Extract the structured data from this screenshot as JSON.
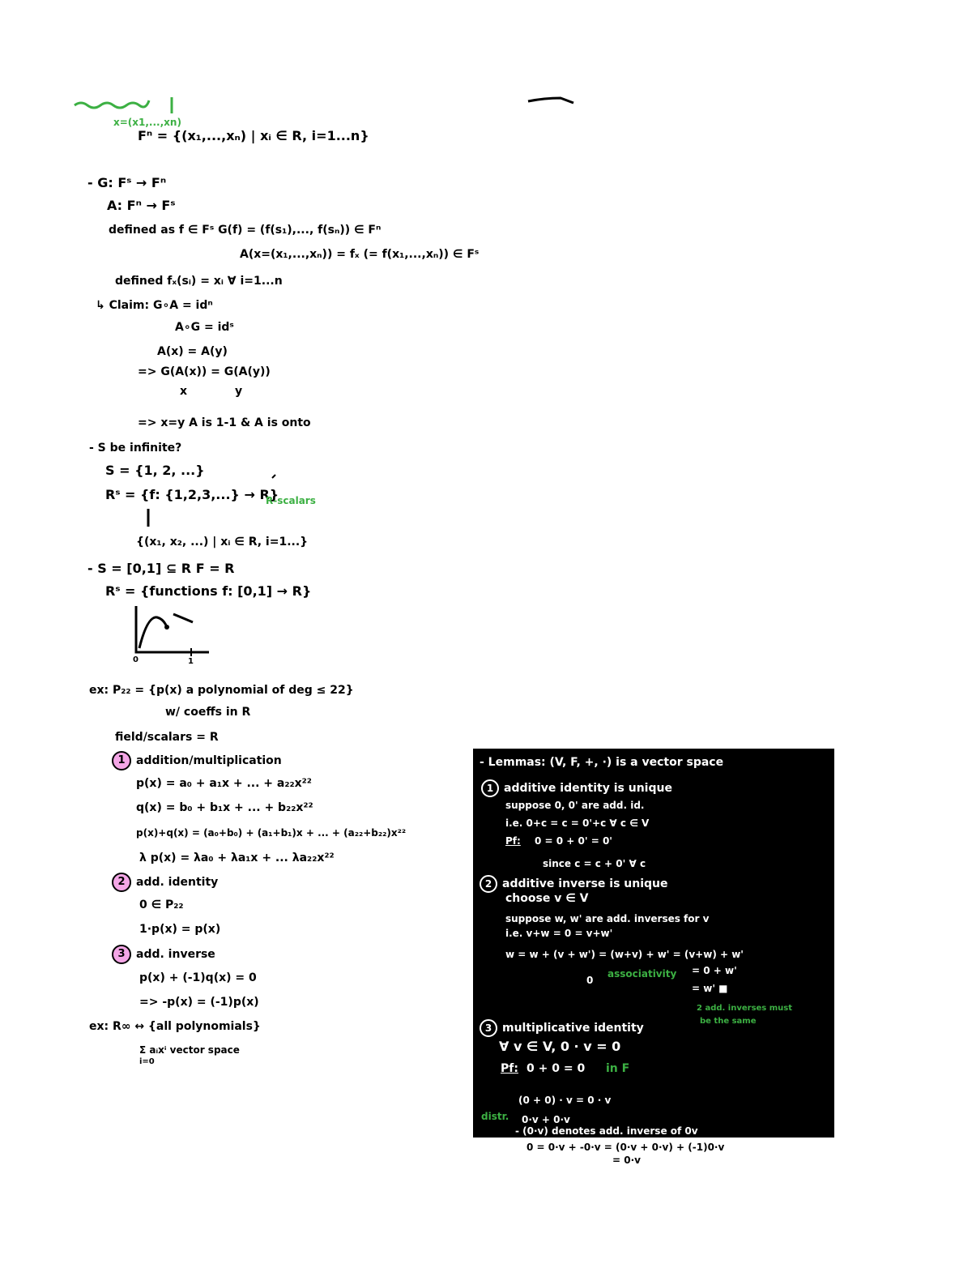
{
  "left": {
    "x_def": "x=(x1,...,xn)",
    "fn_def": "Fⁿ = {(x₁,...,xₙ) | xᵢ ∈ R, i=1...n}",
    "g_map": "- G: Fˢ → Fⁿ",
    "a_map": "A: Fⁿ → Fˢ",
    "defined_g": "defined as  f ∈ Fˢ   G(f) = (f(s₁),..., f(sₙ)) ∈ Fⁿ",
    "defined_a": "A(x=(x₁,...,xₙ)) = fₓ     (= f(x₁,...,xₙ)) ∈ Fˢ",
    "defined_f": "defined  fₓ(sᵢ) = xᵢ  ∀ i=1...n",
    "claim": "↳ Claim:  G∘A = idⁿ",
    "claim2": "A∘G = idˢ",
    "ax_ay": "A(x) = A(y)",
    "implies_g": "=> G(A(x)) = G(A(y))",
    "x_under": "x",
    "y_under": "y",
    "conclusion": "=> x=y   A is 1-1 & A is onto",
    "s_infinite": "- S be infinite?",
    "s_set": "S = {1, 2, ...}",
    "rs_set": "Rˢ = {f: {1,2,3,...} → R}",
    "r_scalars": "R-scalars",
    "sequence_set": "{(x₁, x₂, ...) | xᵢ ∈ R, i=1...}",
    "s_interval": "- S = [0,1] ⊆ R     F = R",
    "rs_functions": "Rˢ = {functions f: [0,1] → R}",
    "graph_zero": "0",
    "graph_one": "1",
    "ex_p22": "ex:  P₂₂ = {p(x) a polynomial of deg ≤ 22}",
    "w_coeffs": "w/ coeffs in R",
    "field_scalars": "field/scalars = R",
    "item1_num": "1",
    "item1_title": "addition/multiplication",
    "px": "p(x) = a₀ + a₁x + ... + a₂₂x²²",
    "qx": "q(x) = b₀ + b₁x + ... + b₂₂x²²",
    "sum": "p(x)+q(x) = (a₀+b₀) + (a₁+b₁)x + ... + (a₂₂+b₂₂)x²²",
    "scalar": "λ p(x) = λa₀ + λa₁x + ... λa₂₂x²²",
    "item2_num": "2",
    "item2_title": "add. identity",
    "zero_in": "0 ∈ P₂₂",
    "one_px": "1·p(x) = p(x)",
    "item3_num": "3",
    "item3_title": "add. inverse",
    "inverse_eq": "p(x) + (-1)q(x) = 0",
    "inverse_imp": "=> -p(x) = (-1)p(x)",
    "ex_rinf": "ex:  R∞ ↔ {all polynomials}",
    "sum_series": "Σ aᵢxⁱ  vector space",
    "sum_lim": "i=0"
  },
  "panel": {
    "lemmas": "- Lemmas: (V, F, +, ·) is a vector space",
    "l1_num": "1",
    "l1_title": "additive identity is unique",
    "l1_a": "suppose 0, 0' are add. id.",
    "l1_b": "i.e. 0+c = c = 0'+c   ∀ c ∈ V",
    "l1_pf": "Pf:",
    "l1_c": "0 = 0 + 0' = 0'",
    "l1_d": "since c = c + 0'  ∀ c",
    "l2_num": "2",
    "l2_title": "additive inverse is unique",
    "l2_a": "choose  v ∈ V",
    "l2_b": "suppose w, w' are add. inverses for v",
    "l2_c": "i.e.  v+w = 0 = v+w'",
    "l2_d": "w = w + (v + w') = (w+v) + w' = (v+w) + w'",
    "l2_zero": "0",
    "l2_assoc": "associativity",
    "l2_e": "= 0 + w'",
    "l2_f": "= w'  ■",
    "l2_note1": "2 add. inverses must",
    "l2_note2": "be the same",
    "l3_num": "3",
    "l3_title": "multiplicative identity",
    "l3_a": "∀ v ∈ V,  0 · v = 0",
    "l3_pf": "Pf:",
    "l3_b": "0 + 0 = 0",
    "l3_inf": "in F",
    "l3_c": "(0 + 0) · v = 0 · v",
    "l3_distr": "distr.",
    "l3_d": "0·v + 0·v",
    "l3_e": "- (0·v) denotes add. inverse of 0v"
  },
  "bottom": {
    "line1": "0 = 0·v + -0·v = (0·v + 0·v) + (-1)0·v",
    "line2": "= 0·v"
  }
}
